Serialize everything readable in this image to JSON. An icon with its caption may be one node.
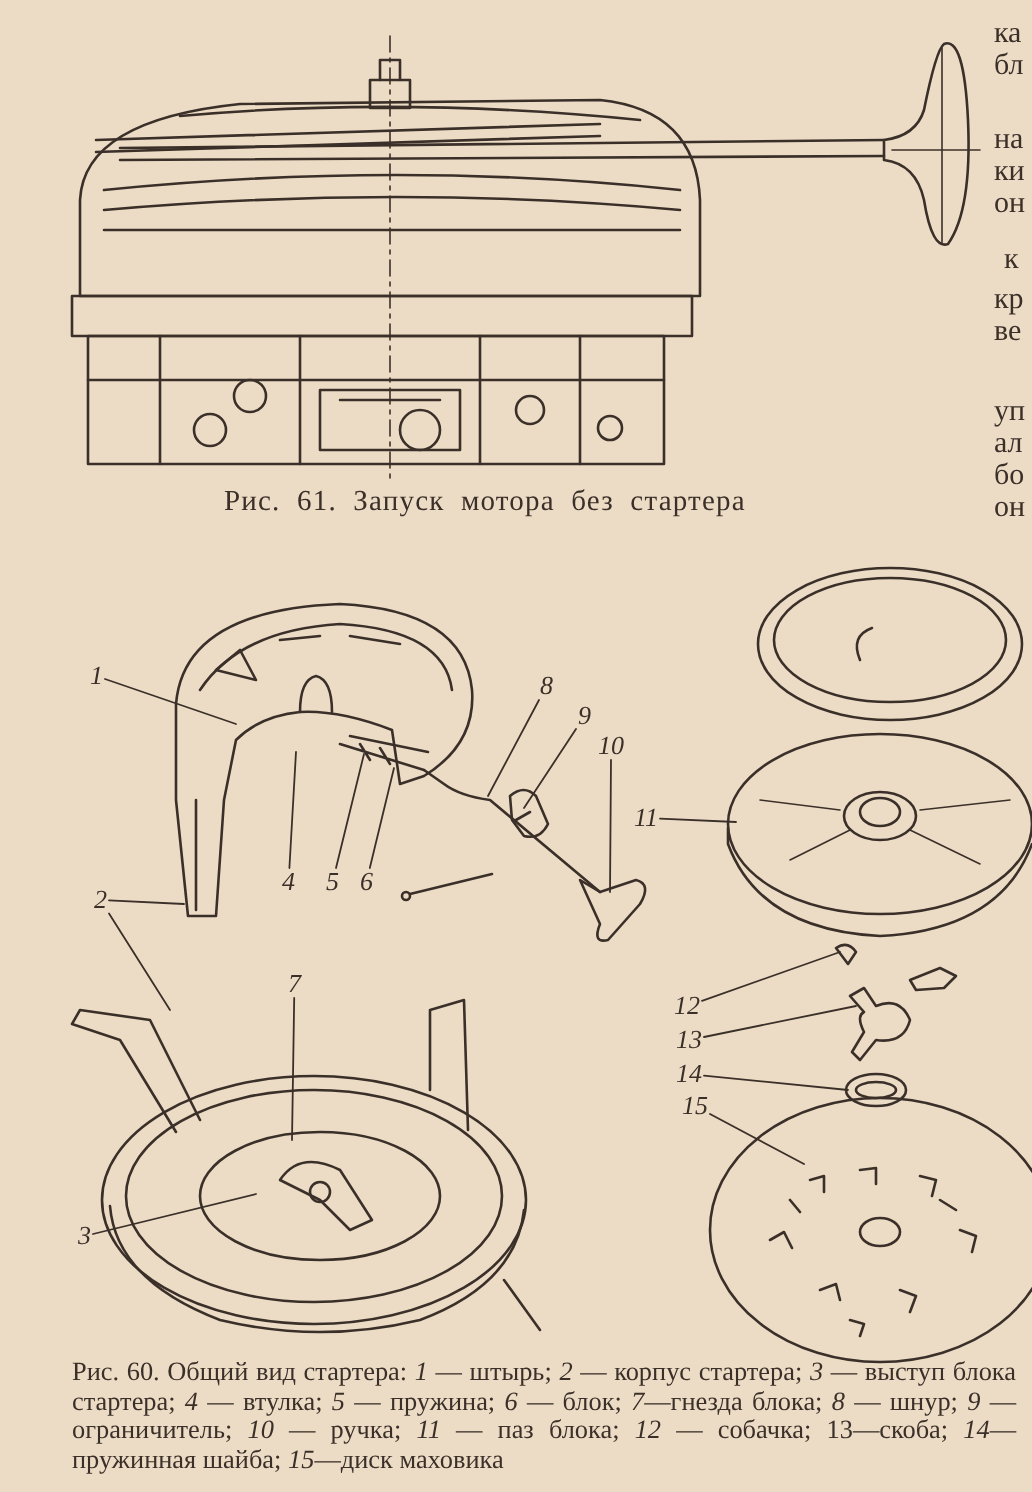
{
  "diagram": {
    "caption": "Рис. 60. Общий вид стартера: *1* — штырь; *2* — корпус стартера; *3* — выступ блока стартера; *4* — втулка; *5* — пружина; *6* — блок; *7*—гнезда блока; *8* — шнур; *9* — ограничитель; *10* — ручка; *11* — паз блока; *12* — собачка; 13—скоба; *14*—пружинная шайба; *15*—диск маховика",
    "nodes": [
      {
        "text": [
          "1"
        ]
      },
      {
        "text": [
          "8"
        ]
      },
      {
        "text": [
          "9"
        ]
      },
      {
        "text": [
          "10"
        ]
      },
      {
        "text": [
          "11"
        ]
      },
      {
        "text": [
          "4"
        ]
      },
      {
        "text": [
          "5"
        ]
      },
      {
        "text": [
          "6"
        ]
      },
      {
        "text": [
          "2"
        ]
      },
      {
        "text": [
          "7"
        ]
      },
      {
        "text": [
          "12"
        ]
      },
      {
        "text": [
          "13"
        ]
      },
      {
        "text": [
          "14"
        ]
      },
      {
        "text": [
          "15"
        ]
      },
      {
        "text": [
          "3"
        ]
      },
      {
        "text": [],
        "shape": "picture"
      },
      {
        "text": [],
        "shape": "picture"
      },
      {
        "text": [],
        "shape": "picture"
      },
      {
        "text": [],
        "shape": "picture"
      },
      {
        "text": [],
        "shape": "picture"
      },
      {
        "text": [],
        "shape": "picture"
      },
      {
        "text": [],
        "shape": "picture"
      },
      {
        "text": [],
        "shape": "picture"
      }
    ],
    "edges": [
      {
        "from": 0,
        "to": 15,
        "arrow": "none"
      },
      {
        "from": 1,
        "to": 16,
        "arrow": "none"
      },
      {
        "from": 2,
        "to": 16,
        "arrow": "none"
      },
      {
        "from": 3,
        "to": 16,
        "arrow": "none"
      },
      {
        "from": 4,
        "to": 18,
        "arrow": "none"
      },
      {
        "from": 5,
        "to": 15,
        "arrow": "none"
      },
      {
        "from": 6,
        "to": 15,
        "arrow": "none"
      },
      {
        "from": 7,
        "to": 15,
        "arrow": "none"
      },
      {
        "from": 8,
        "to": 15,
        "arrow": "none"
      },
      {
        "from": 8,
        "to": 17,
        "arrow": "none"
      },
      {
        "from": 9,
        "to": 17,
        "arrow": "none"
      },
      {
        "from": 10,
        "to": 19,
        "arrow": "none"
      },
      {
        "from": 11,
        "to": 20,
        "arrow": "none"
      },
      {
        "from": 12,
        "to": 21,
        "arrow": "none"
      },
      {
        "from": 13,
        "to": 22,
        "arrow": "none"
      },
      {
        "from": 14,
        "to": 17,
        "arrow": "none"
      }
    ],
    "labels": [
      "Рис. 61. Запуск мотора без стартера",
      "ка",
      "бл",
      "на",
      "ки",
      "он",
      "к",
      "кр",
      "ве",
      "уп",
      "ал",
      "бо",
      "он"
    ]
  }
}
